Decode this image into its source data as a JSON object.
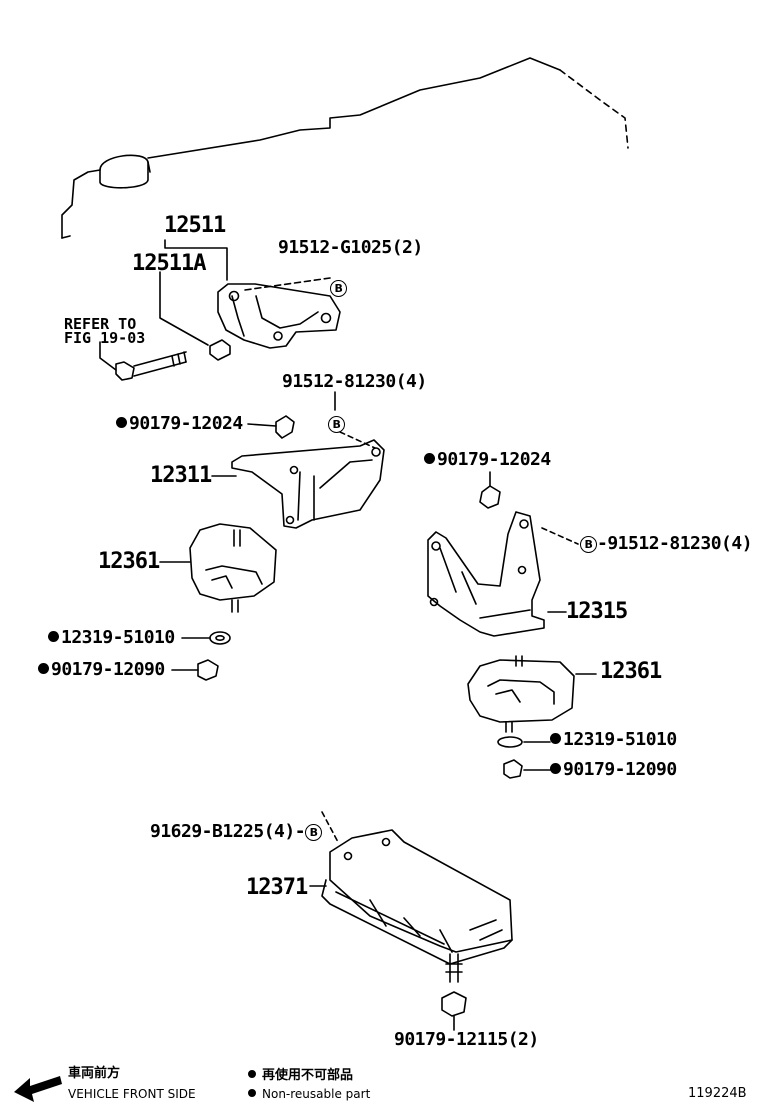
{
  "diagram": {
    "figure_id": "119224B",
    "parts": {
      "engine_bracket": "12511",
      "engine_bracket_sub": "12511A",
      "bolt_g1025": "91512-G1025(2)",
      "refer_to_line1": "REFER TO",
      "refer_to_line2": "FIG 19-03",
      "bolt_81230_left": "91512-81230(4)",
      "nut_12024_left": "90179-12024",
      "bracket_left": "12311",
      "insulator_left": "12361",
      "washer_left": "12319-51010",
      "nut_12090_left": "90179-12090",
      "nut_12024_right": "90179-12024",
      "bolt_81230_right": "91512-81230(4)",
      "bracket_right": "12315",
      "insulator_right": "12361",
      "washer_right": "12319-51010",
      "nut_12090_right": "90179-12090",
      "bolt_b1225": "91629-B1225(4)",
      "rear_insulator": "12371",
      "nut_12115": "90179-12115(2)"
    },
    "bolt_marker": "B",
    "legend": {
      "front_jp": "車両前方",
      "front_en": "VEHICLE FRONT SIDE",
      "nonreusable_jp": "再使用不可部品",
      "nonreusable_en": "Non-reusable part"
    }
  }
}
